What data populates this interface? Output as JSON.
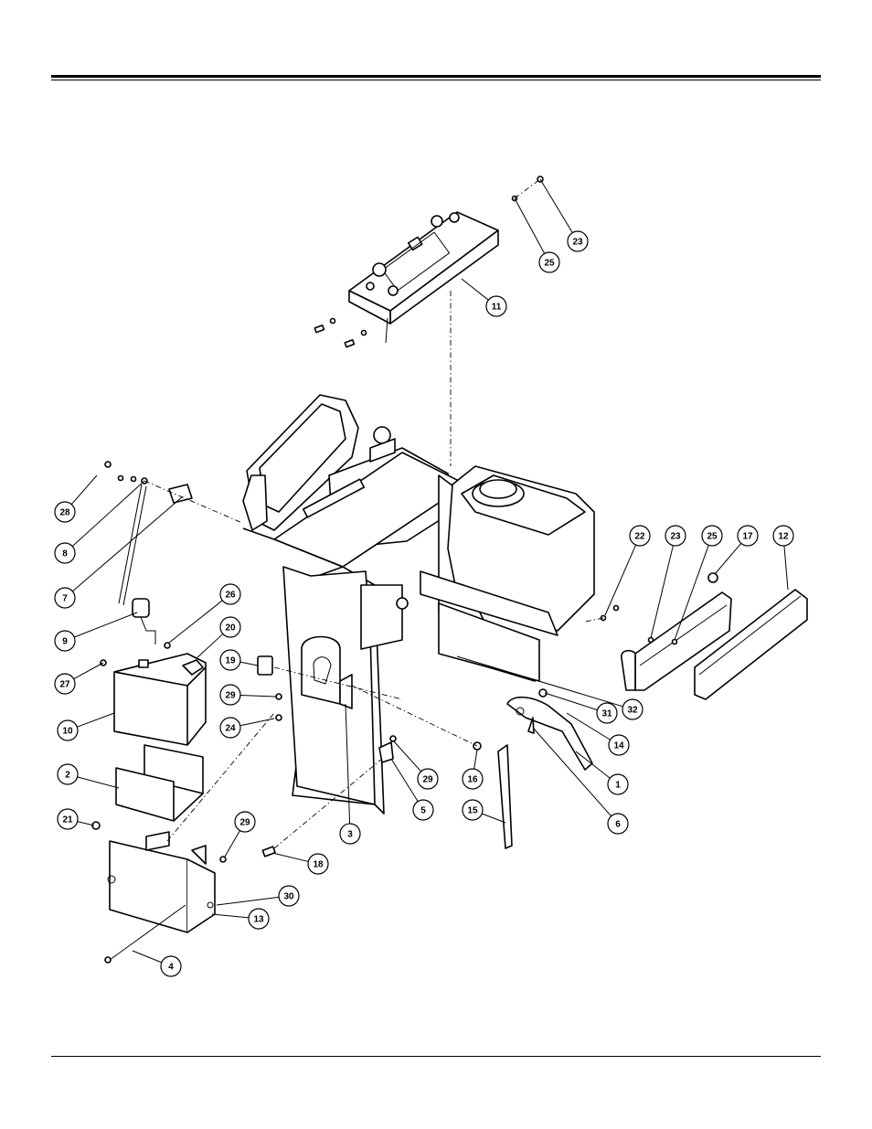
{
  "callouts": [
    "1",
    "2",
    "3",
    "4",
    "5",
    "6",
    "7",
    "8",
    "9",
    "10",
    "11",
    "12",
    "13",
    "14",
    "15",
    "16",
    "17",
    "18",
    "19",
    "20",
    "21",
    "22",
    "23",
    "23",
    "24",
    "25",
    "25",
    "26",
    "27",
    "28",
    "29",
    "29",
    "29",
    "30",
    "31",
    "32"
  ]
}
